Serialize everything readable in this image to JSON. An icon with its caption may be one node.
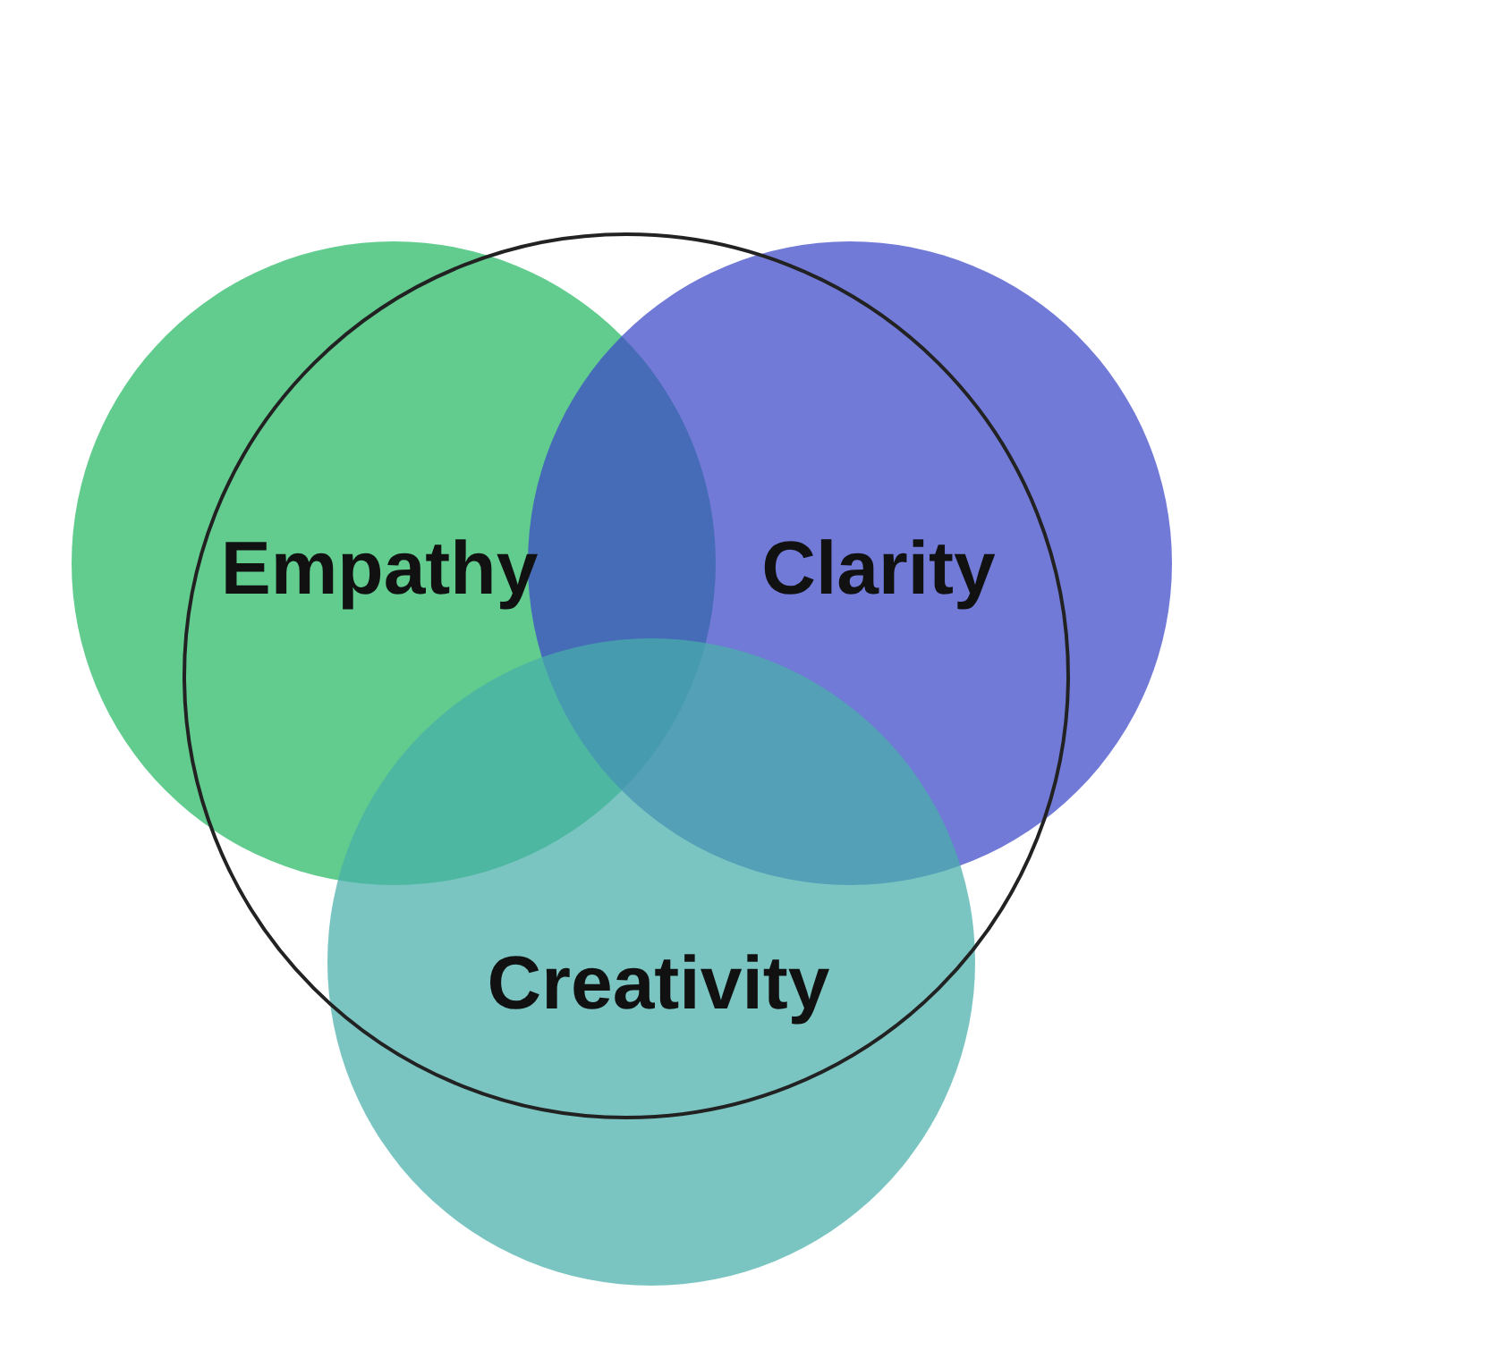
{
  "diagram": {
    "nodes": [
      {
        "text": [
          "Empathy"
        ]
      },
      {
        "text": [
          "Clarity"
        ]
      },
      {
        "text": [
          "Creativity"
        ]
      },
      {
        "text": [],
        "shape": "circle"
      }
    ],
    "edges": []
  }
}
